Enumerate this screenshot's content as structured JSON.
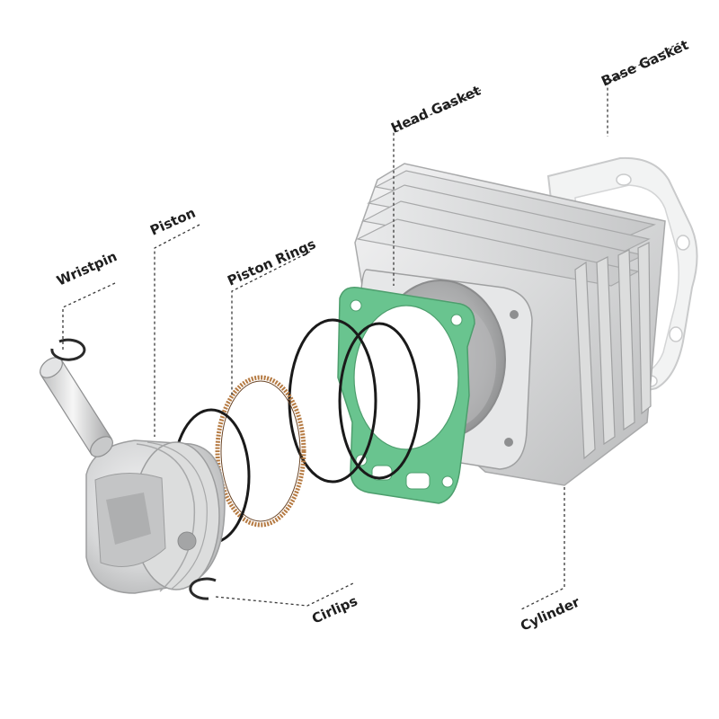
{
  "labels": {
    "wristpin": "Wristpin",
    "piston": "Piston",
    "piston_rings": "Piston Rings",
    "head_gasket": "Head Gasket",
    "base_gasket": "Base Gasket",
    "cirlips": "Cirlips",
    "cylinder": "Cylinder"
  },
  "colors": {
    "head_gasket": "#69c48f",
    "metal": "#d9dadb",
    "ring": "#1a1a1a",
    "oil_ring": "#b57a42",
    "leader": "#3a3a3a"
  }
}
